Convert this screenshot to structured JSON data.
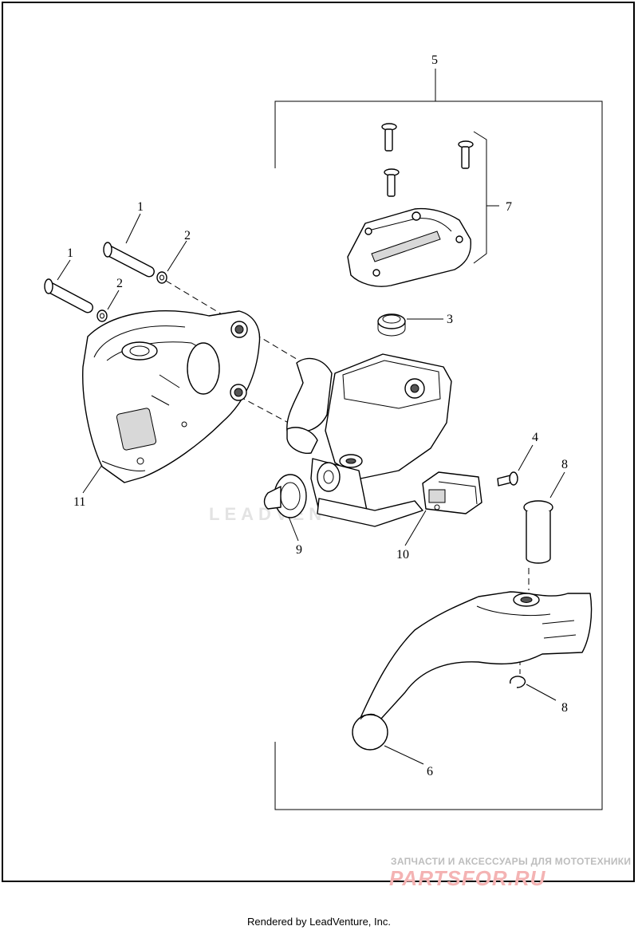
{
  "callouts": {
    "c1a": "1",
    "c1b": "1",
    "c2a": "2",
    "c2b": "2",
    "c3": "3",
    "c4": "4",
    "c5": "5",
    "c6": "6",
    "c7": "7",
    "c8a": "8",
    "c8b": "8",
    "c9": "9",
    "c10": "10",
    "c11": "11"
  },
  "watermark": "LEADVENTURE",
  "stamp": {
    "line1": "ЗАПЧАСТИ И АКСЕССУАРЫ ДЛЯ МОТОТЕХНИКИ",
    "line2": "PARTSFOR.RU"
  },
  "footer": "Rendered by LeadVenture, Inc.",
  "colors": {
    "line": "#000000",
    "background": "#ffffff",
    "stamp_red": "#f4b3b3"
  }
}
